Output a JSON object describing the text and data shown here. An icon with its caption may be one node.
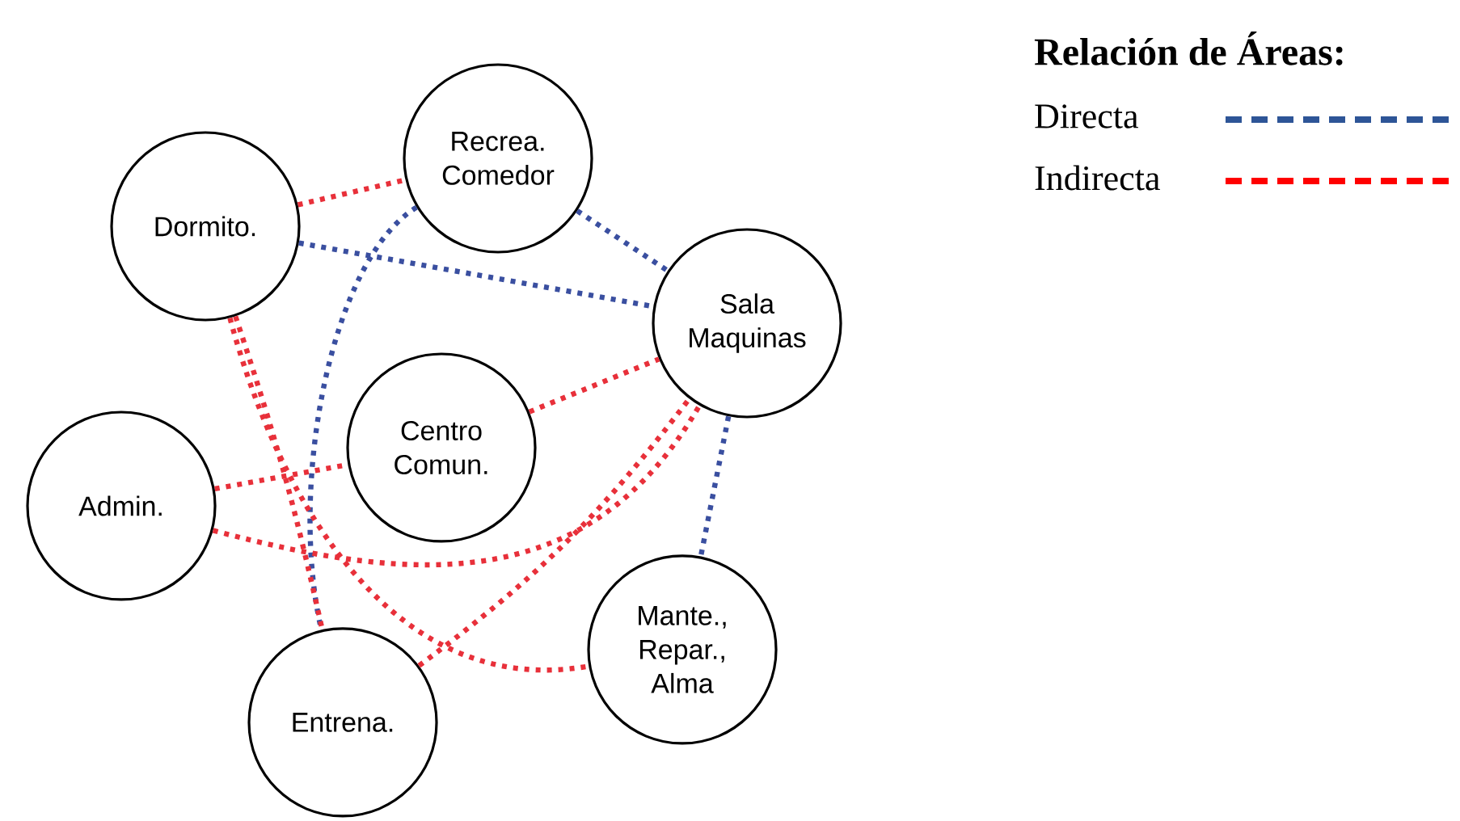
{
  "diagram": {
    "title": "Relación de Áreas:",
    "nodes": [
      {
        "text": [
          "Recrea. Comedor"
        ]
      },
      {
        "text": [
          "Dormito."
        ]
      },
      {
        "text": [
          "Sala Maquinas"
        ]
      },
      {
        "text": [
          "Centro Comun."
        ]
      },
      {
        "text": [
          "Admin."
        ]
      },
      {
        "text": [
          "Mante., Repar., Alma"
        ]
      },
      {
        "text": [
          "Entrena."
        ]
      }
    ],
    "edges": [
      {
        "from": 1,
        "to": 0,
        "arrow": "none"
      },
      {
        "from": 1,
        "to": 2,
        "arrow": "none",
        "color": "#3a4fa0"
      },
      {
        "from": 0,
        "to": 2,
        "arrow": "none",
        "color": "#3a4fa0"
      },
      {
        "from": 0,
        "to": 6,
        "arrow": "none",
        "color": "#3a4fa0"
      },
      {
        "from": 3,
        "to": 2,
        "arrow": "none"
      },
      {
        "from": 4,
        "to": 3,
        "arrow": "none"
      },
      {
        "from": 1,
        "to": 6,
        "arrow": "none"
      },
      {
        "from": 1,
        "to": 5,
        "arrow": "none"
      },
      {
        "from": 4,
        "to": 2,
        "arrow": "none"
      },
      {
        "from": 6,
        "to": 2,
        "arrow": "none"
      },
      {
        "from": 2,
        "to": 5,
        "arrow": "none",
        "color": "#3a4fa0"
      }
    ],
    "legend": [
      {
        "text": "Directa",
        "color": "#2e5597"
      },
      {
        "text": "Indirecta",
        "color": "#ff0000"
      }
    ]
  }
}
